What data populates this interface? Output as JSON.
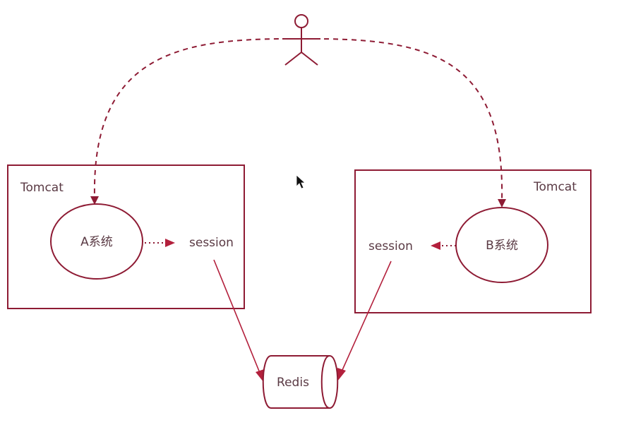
{
  "left_container": {
    "title": "Tomcat",
    "system_label": "A系统",
    "session_label": "session"
  },
  "right_container": {
    "title": "Tomcat",
    "system_label": "B系统",
    "session_label": "session"
  },
  "store": {
    "label": "Redis"
  },
  "colors": {
    "stroke": "#8e1b34",
    "arrow": "#b3203c",
    "text": "#5a3a44"
  }
}
